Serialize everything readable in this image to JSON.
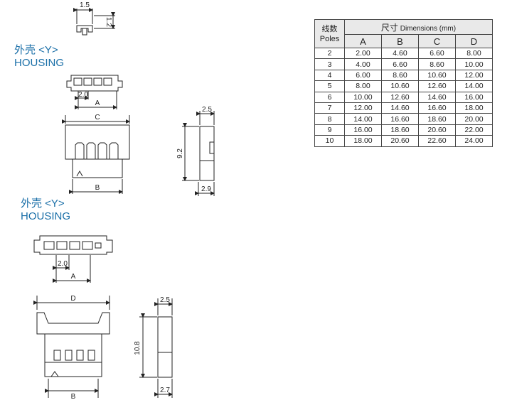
{
  "housing_labels": {
    "top": {
      "cn": "外壳 <Y>",
      "en": "HOUSING"
    },
    "bottom": {
      "cn": "外壳 <Y>",
      "en": "HOUSING"
    }
  },
  "dims": {
    "top_width": "1.5",
    "top_height": "1.2",
    "pitch1": "2.0",
    "a1": "A",
    "c1": "C",
    "b1": "B",
    "side1_top": "2.5",
    "side1_h": "9.2",
    "side1_bottom": "2.9",
    "pitch2": "2.0",
    "a2": "A",
    "d2": "D",
    "b2": "B",
    "side2_top": "2.5",
    "side2_h": "10.8",
    "side2_bottom": "2.7"
  },
  "table": {
    "poles_cn": "线数",
    "poles_en": "Poles",
    "dim_cn": "尺寸",
    "dim_en": "Dimensions (mm)",
    "columns": [
      "A",
      "B",
      "C",
      "D"
    ],
    "rows": [
      [
        "2",
        "2.00",
        "4.60",
        "6.60",
        "8.00"
      ],
      [
        "3",
        "4.00",
        "6.60",
        "8.60",
        "10.00"
      ],
      [
        "4",
        "6.00",
        "8.60",
        "10.60",
        "12.00"
      ],
      [
        "5",
        "8.00",
        "10.60",
        "12.60",
        "14.00"
      ],
      [
        "6",
        "10.00",
        "12.60",
        "14.60",
        "16.00"
      ],
      [
        "7",
        "12.00",
        "14.60",
        "16.60",
        "18.00"
      ],
      [
        "8",
        "14.00",
        "16.60",
        "18.60",
        "20.00"
      ],
      [
        "9",
        "16.00",
        "18.60",
        "20.60",
        "22.00"
      ],
      [
        "10",
        "18.00",
        "20.60",
        "22.60",
        "24.00"
      ]
    ]
  }
}
